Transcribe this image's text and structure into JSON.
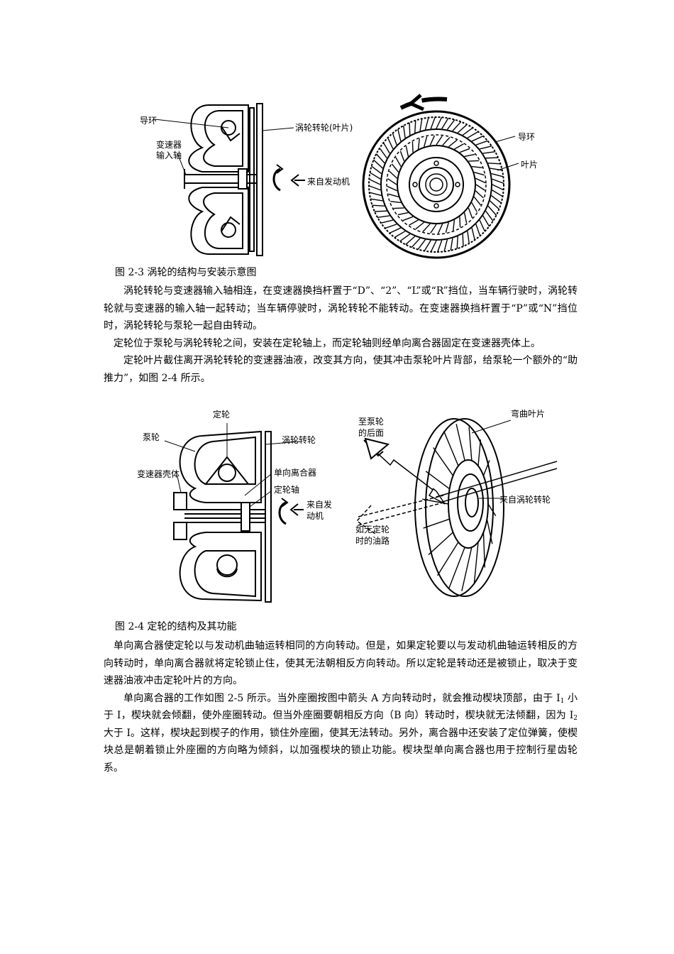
{
  "figure_2_3": {
    "left_labels": {
      "guide_ring": "导环",
      "input_shaft_line1": "变速器",
      "input_shaft_line2": "输入轴",
      "turbine": "涡轮转轮(叶片)",
      "from_engine": "来自发动机"
    },
    "right_labels": {
      "guide_ring": "导环",
      "blade": "叶片"
    },
    "caption": "图 2-3  涡轮的结构与安装示意图"
  },
  "paragraphs_1": [
    "涡轮转轮与变速器输入轴相连，在变速器换挡杆置于“D”、“2”、“L”或“R”挡位，当车辆行驶时，涡轮转轮就与变速器的输入轴一起转动；当车辆停驶时，涡轮转轮不能转动。在变速器换挡杆置于“P”或“N”挡位时，涡轮转轮与泵轮一起自由转动。",
    "定轮位于泵轮与涡轮转轮之间，安装在定轮轴上，而定轮轴则经单向离合器固定在变速器壳体上。",
    "定轮叶片截住离开涡轮转轮的变速器油液，改变其方向，使其冲击泵轮叶片背部，给泵轮一个额外的“助推力”，如图 2-4 所示。"
  ],
  "figure_2_4": {
    "left_labels": {
      "stator": "定轮",
      "pump": "泵轮",
      "turbine": "涡轮转轮",
      "housing": "变速器壳体",
      "one_way_clutch": "单向离合器",
      "stator_shaft": "定轮轴",
      "from_engine_line1": "来自发",
      "from_engine_line2": "动机"
    },
    "right_labels": {
      "to_pump_line1": "至泵轮",
      "to_pump_line2": "的后面",
      "curved_blade": "弯曲叶片",
      "from_turbine": "来自涡轮转轮",
      "no_stator_line1": "如无定轮",
      "no_stator_line2": "时的油路"
    },
    "caption": "图 2-4  定轮的结构及其功能"
  },
  "paragraphs_2": {
    "p1": "单向离合器使定轮以与发动机曲轴运转相同的方向转动。但是，如果定轮要以与发动机曲轴运转相反的方向转动时，单向离合器就将定轮锁止住，使其无法朝相反方向转动。所以定轮是转动还是被锁止，取决于变速器油液冲击定轮叶片的方向。",
    "p2_a": "单向离合器的工作如图 2-5 所示。当外座圈按图中箭头 A 方向转动时，就会推动楔块顶部，由于 I",
    "p2_sub1": "1",
    "p2_b": " 小于 I，楔块就会倾翻，使外座圈转动。但当外座圈要朝相反方向（B 向）转动时，楔块就无法倾翻，因为 I",
    "p2_sub2": "2",
    "p2_c": " 大于 I。这样，楔块起到楔子的作用，锁住外座圈，使其无法转动。另外，离合器中还安装了定位弹簧，使楔块总是朝着锁止外座圈的方向略为倾斜，以加强楔块的锁止功能。楔块型单向离合器也用于控制行星齿轮系。"
  }
}
